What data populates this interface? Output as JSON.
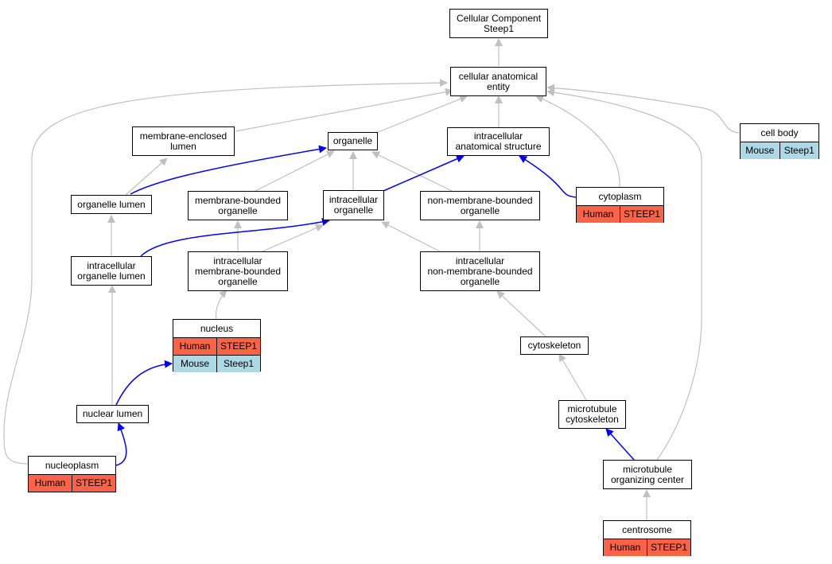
{
  "colors": {
    "is_a_edge": "#c0c0c0",
    "part_of_edge": "#0000ff",
    "human": "#fa6347",
    "mouse": "#add8e6"
  },
  "nodes": {
    "root": "Cellular Component\nSteep1",
    "cae": "cellular anatomical\nentity",
    "mel": "membrane-enclosed\nlumen",
    "organelle": "organelle",
    "ias": "intracellular\nanatomical structure",
    "ol": "organelle lumen",
    "mbo": "membrane-bounded\norganelle",
    "io": "intracellular\norganelle",
    "nmbo": "non-membrane-bounded\norganelle",
    "iol": "intracellular\norganelle lumen",
    "imbo": "intracellular\nmembrane-bounded\norganelle",
    "inmbo": "intracellular\nnon-membrane-bounded\norganelle",
    "cytoskeleton": "cytoskeleton",
    "nuclear_lumen": "nuclear lumen",
    "mt_cyto": "microtubule\ncytoskeleton",
    "mtoc": "microtubule\norganizing center"
  },
  "annotated": {
    "cell_body": {
      "title": "cell body",
      "rows": [
        {
          "species": "Mouse",
          "gene": "Steep1"
        }
      ]
    },
    "cytoplasm": {
      "title": "cytoplasm",
      "rows": [
        {
          "species": "Human",
          "gene": "STEEP1"
        }
      ]
    },
    "nucleus": {
      "title": "nucleus",
      "rows": [
        {
          "species": "Human",
          "gene": "STEEP1"
        },
        {
          "species": "Mouse",
          "gene": "Steep1"
        }
      ]
    },
    "nucleoplasm": {
      "title": "nucleoplasm",
      "rows": [
        {
          "species": "Human",
          "gene": "STEEP1"
        }
      ]
    },
    "centrosome": {
      "title": "centrosome",
      "rows": [
        {
          "species": "Human",
          "gene": "STEEP1"
        }
      ]
    }
  }
}
